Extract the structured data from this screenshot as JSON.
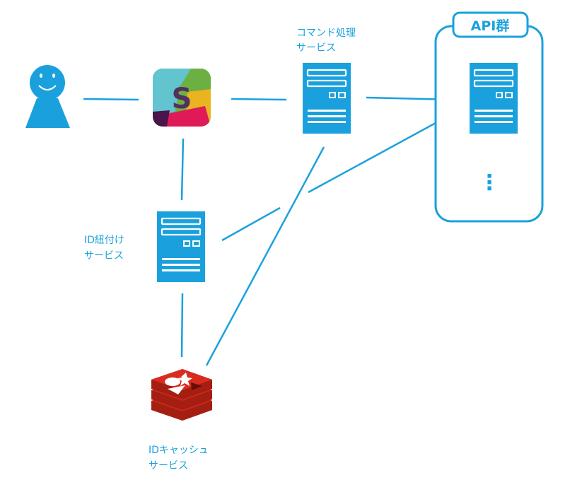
{
  "colors": {
    "accent": "#1aa1dd",
    "slack_teal": "#62c4cf",
    "slack_green": "#6cb043",
    "slack_yellow": "#eab421",
    "slack_pink": "#e01a59",
    "slack_aubergine": "#4a154b",
    "slack_letter": "#523060",
    "redis_dark": "#a41e11",
    "redis_mid": "#c8281f",
    "redis_light": "#d82c20"
  },
  "nodes": {
    "command_service": {
      "label_line1": "コマンド処理",
      "label_line2": "サービス"
    },
    "api_group": {
      "title": "API群",
      "ellipsis": "⋮"
    },
    "id_link_service": {
      "label_line1": "ID紐付け",
      "label_line2": "サービス"
    },
    "id_cache_service": {
      "label_line1": "IDキャッシュ",
      "label_line2": "サービス"
    },
    "slack": {
      "letter": "S"
    }
  },
  "icons": {
    "user": "user-icon",
    "slack": "slack-logo-icon",
    "server": "server-icon",
    "redis": "redis-logo-icon"
  }
}
